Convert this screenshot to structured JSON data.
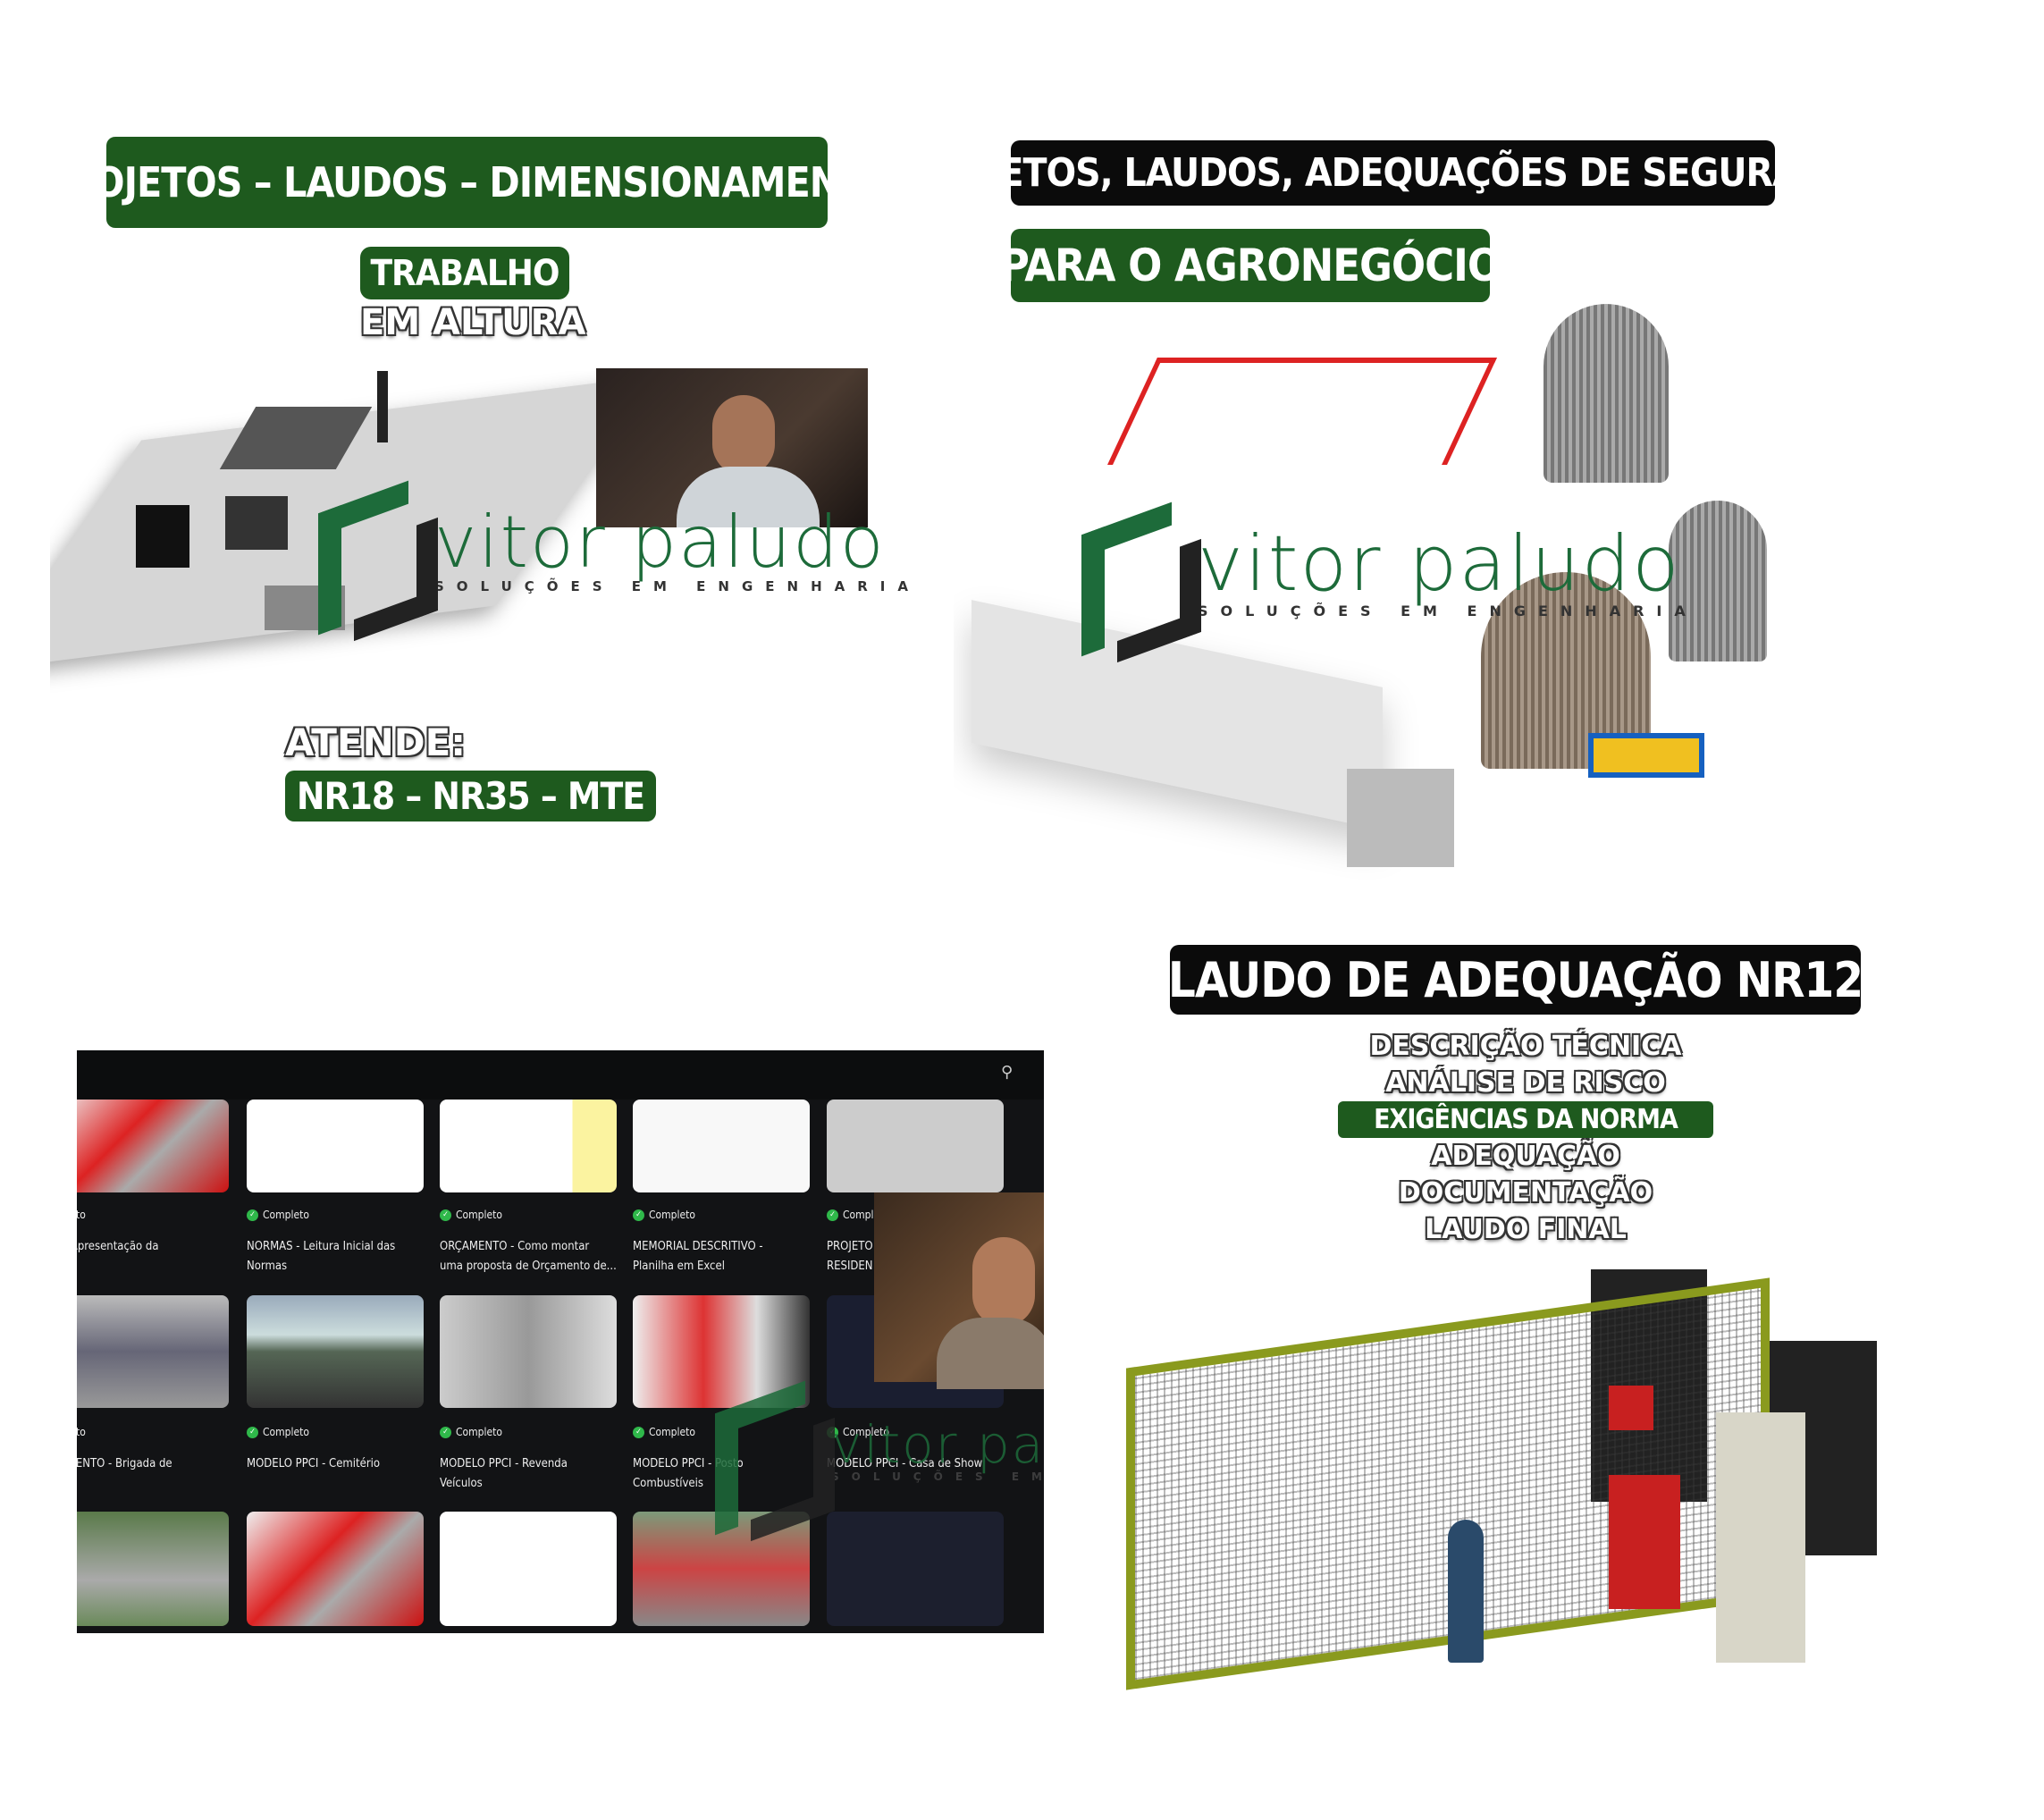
{
  "top_left": {
    "banner": "PROJETOS – LAUDOS – DIMENSIONAMENTO",
    "badge": "TRABALHO",
    "subtitle": "EM ALTURA",
    "atende_label": "ATENDE:",
    "norms": "NR18 – NR35 – MTE"
  },
  "top_right": {
    "banner": "PROJETOS, LAUDOS, ADEQUAÇÕES DE SEGURANÇA",
    "badge": "PARA O AGRONEGÓCIO"
  },
  "logo": {
    "name": "vitor paludo",
    "tagline": "SOLUÇÕES EM ENGENHARIA"
  },
  "bottom_right": {
    "banner": "LAUDO DE ADEQUAÇÃO NR12",
    "items": [
      "DESCRIÇÃO TÉCNICA",
      "ANÁLISE DE RISCO",
      "EXIGÊNCIAS DA NORMA",
      "ADEQUAÇÃO",
      "DOCUMENTAÇÃO",
      "LAUDO FINAL"
    ]
  },
  "course_grid": {
    "search_icon": "search-icon",
    "rows": [
      [
        {
          "status": "mpleto",
          "title": [
            "O - Apresentação da",
            "toria"
          ]
        },
        {
          "status": "Completo",
          "title": [
            "NORMAS - Leitura Inicial das",
            "Normas"
          ]
        },
        {
          "status": "Completo",
          "title": [
            "ORÇAMENTO - Como montar",
            "uma proposta de Orçamento de..."
          ]
        },
        {
          "status": "Completo",
          "title": [
            "MEMORIAL DESCRITIVO -",
            "Planilha em Excel"
          ]
        },
        {
          "status": "Comple",
          "title": [
            "PROJETO",
            "RESIDEN"
          ]
        }
      ],
      [
        {
          "status": "mpleto",
          "title": [
            "NAMENTO - Brigada de",
            "ndio"
          ]
        },
        {
          "status": "Completo",
          "title": [
            "MODELO PPCI - Cemitério"
          ]
        },
        {
          "status": "Completo",
          "title": [
            "MODELO PPCI - Revenda",
            "Veículos"
          ]
        },
        {
          "status": "Completo",
          "title": [
            "MODELO PPCI - Posto",
            "Combustíveis"
          ]
        },
        {
          "status": "Completo",
          "title": [
            "MODELO PPCI - Casa de Show"
          ]
        }
      ]
    ]
  },
  "colors": {
    "brand_green": "#1e5a1e",
    "logo_green": "#1d6b3a",
    "check_green": "#2fb84a"
  }
}
